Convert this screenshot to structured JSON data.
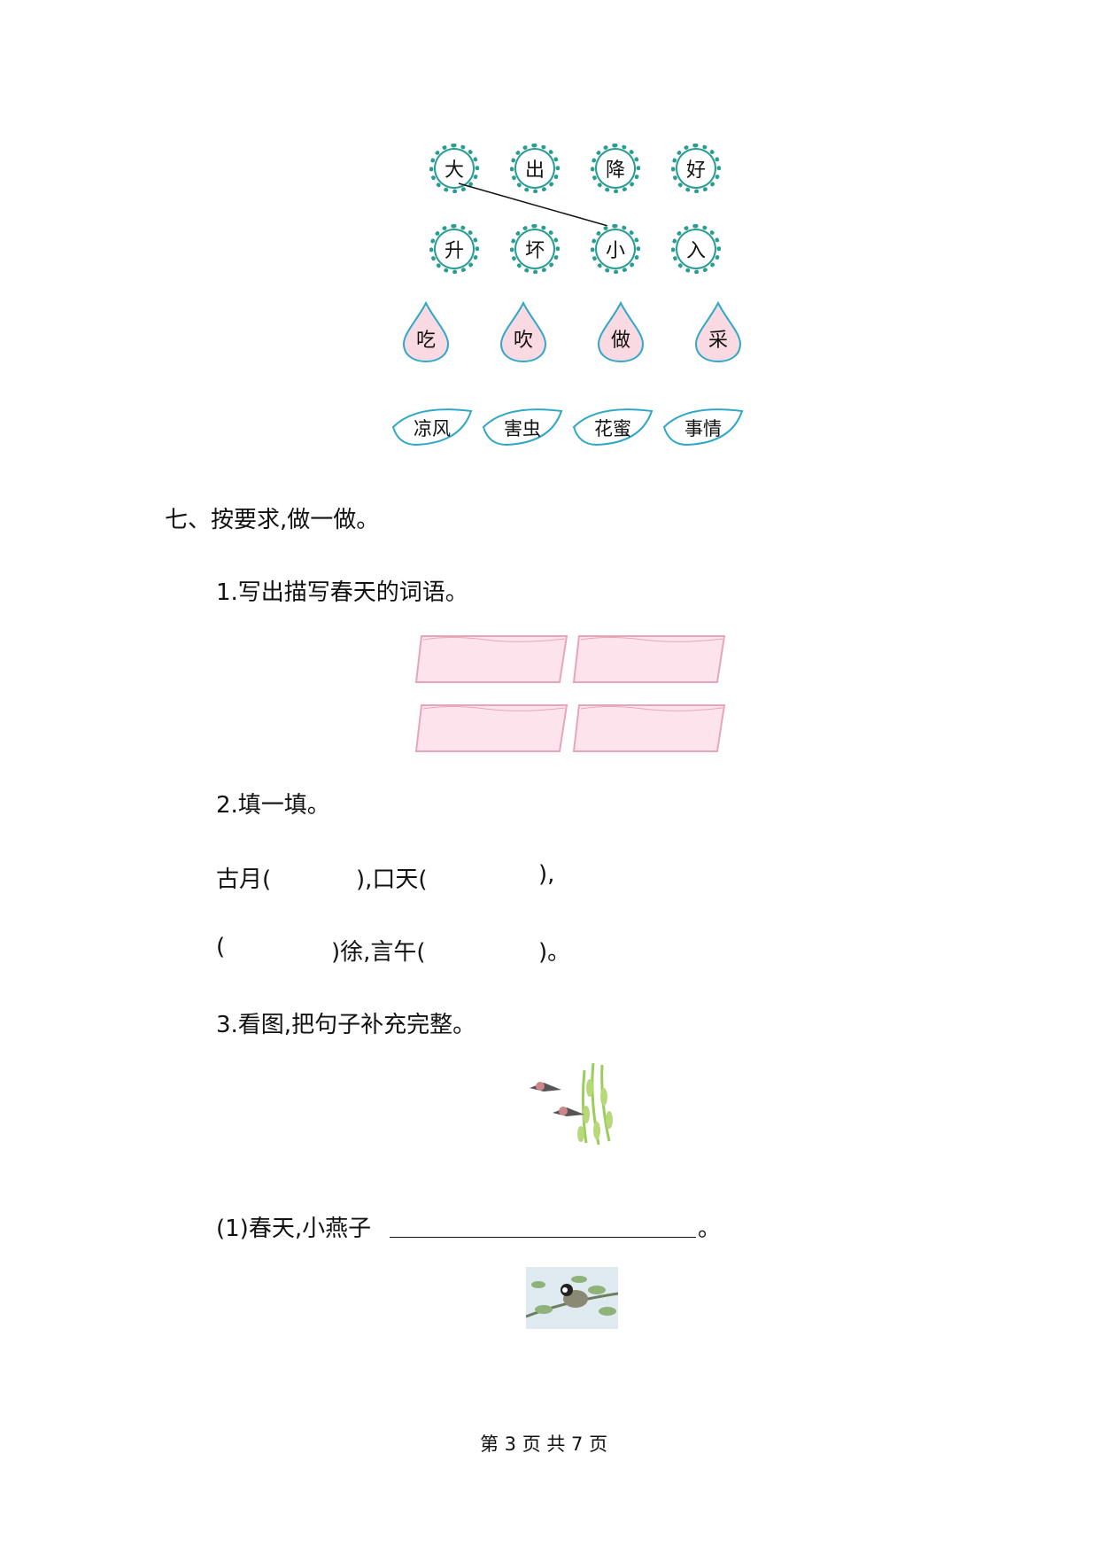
{
  "matching": {
    "top_row": [
      "大",
      "出",
      "降",
      "好"
    ],
    "bottom_row": [
      "升",
      "坏",
      "小",
      "入"
    ]
  },
  "verbs": [
    "吃",
    "吹",
    "做",
    "采"
  ],
  "nouns": [
    "凉风",
    "害虫",
    "花蜜",
    "事情"
  ],
  "section7": {
    "title": "七、按要求,做一做。",
    "q1": "1.写出描写春天的词语。",
    "q2": "2.填一填。",
    "q2_line1_a": "古月(",
    "q2_line1_b": "),口天(",
    "q2_line1_c": "),",
    "q2_line2_a": "(",
    "q2_line2_b": ")徐,言午(",
    "q2_line2_c": ")。",
    "q3": "3.看图,把句子补充完整。",
    "q3_1_prefix": "(1)春天,小燕子",
    "q3_1_suffix": "。"
  },
  "footer": {
    "page_text": "第 3 页 共 7 页"
  },
  "colors": {
    "teal": "#2a9d92",
    "pink_fill": "#f9d9e2",
    "pink_stroke": "#e9a5b8",
    "leaf_stroke": "#2fa8c8"
  }
}
